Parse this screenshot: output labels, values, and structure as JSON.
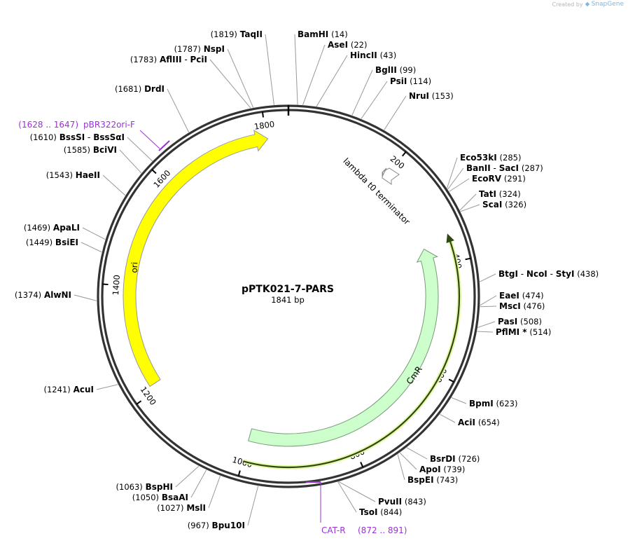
{
  "branding": {
    "text": "Created by",
    "product": "SnapGene"
  },
  "plasmid": {
    "name": "pPTK021-7-PARS",
    "length_label": "1841 bp",
    "length_bp": 1841
  },
  "ticks": [
    {
      "label": "200",
      "pos": 200
    },
    {
      "label": "400",
      "pos": 400
    },
    {
      "label": "600",
      "pos": 600
    },
    {
      "label": "800",
      "pos": 800
    },
    {
      "label": "1000",
      "pos": 1000
    },
    {
      "label": "1200",
      "pos": 1200
    },
    {
      "label": "1400",
      "pos": 1400
    },
    {
      "label": "1600",
      "pos": 1600
    },
    {
      "label": "1800",
      "pos": 1800
    }
  ],
  "features": {
    "ori": {
      "label": "ori",
      "color": "#ffff00",
      "stroke": "#999999",
      "start": 1212,
      "end": 1803
    },
    "cmr": {
      "label": "CmR",
      "color": "#ccffcc",
      "stroke": "#7a9a7a",
      "start": 362,
      "end": 1000
    },
    "terminator": {
      "label": "lambda t0 terminator",
      "color": "#ffffff",
      "stroke": "#999999"
    }
  },
  "primers": [
    {
      "label": "pBR322ori-F",
      "range": "(1628 .. 1647)",
      "color": "#9b30d9"
    },
    {
      "label": "CAT-R",
      "range": "(872 .. 891)",
      "color": "#9b30d9"
    }
  ],
  "enzymes": [
    {
      "id": "bamhi",
      "name": "BamHI",
      "pos": "(14)"
    },
    {
      "id": "asei",
      "name": "AseI",
      "pos": "(22)"
    },
    {
      "id": "hincii",
      "name": "HincII",
      "pos": "(43)"
    },
    {
      "id": "bglii",
      "name": "BglII",
      "pos": "(99)"
    },
    {
      "id": "psii",
      "name": "PsiI",
      "pos": "(114)"
    },
    {
      "id": "irui",
      "name": "NruI",
      "pos": "(153)"
    },
    {
      "id": "eco53ki",
      "name": "Eco53kI",
      "pos": "(285)"
    },
    {
      "id": "banii",
      "name": "BanII",
      "name2": "SacI",
      "pos": "(287)"
    },
    {
      "id": "ecorv",
      "name": "EcoRV",
      "pos": "(291)"
    },
    {
      "id": "tati",
      "name": "TatI",
      "pos": "(324)"
    },
    {
      "id": "scai",
      "name": "ScaI",
      "pos": "(326)"
    },
    {
      "id": "btgi",
      "name": "BtgI",
      "name2": "NcoI",
      "name3": "StyI",
      "pos": "(438)"
    },
    {
      "id": "eaei",
      "name": "EaeI",
      "pos": "(474)"
    },
    {
      "id": "msci",
      "name": "MscI",
      "pos": "(476)"
    },
    {
      "id": "pasi",
      "name": "PasI",
      "pos": "(508)"
    },
    {
      "id": "pflmi",
      "name": "PflMI *",
      "pos": "(514)"
    },
    {
      "id": "bpmi",
      "name": "BpmI",
      "pos": "(623)"
    },
    {
      "id": "acii",
      "name": "AciI",
      "pos": "(654)"
    },
    {
      "id": "bsrdi",
      "name": "BsrDI",
      "pos": "(726)"
    },
    {
      "id": "apoi",
      "name": "ApoI",
      "pos": "(739)"
    },
    {
      "id": "bspei",
      "name": "BspEI",
      "pos": "(743)"
    },
    {
      "id": "pvuii",
      "name": "PvuII",
      "pos": "(843)"
    },
    {
      "id": "tsoi",
      "name": "TsoI",
      "pos": "(844)"
    },
    {
      "id": "bpu10i",
      "name": "Bpu10I",
      "pos": "(967)"
    },
    {
      "id": "msli",
      "name": "MslI",
      "pos": "(1027)"
    },
    {
      "id": "bsaai",
      "name": "BsaAI",
      "pos": "(1050)"
    },
    {
      "id": "bsphi",
      "name": "BspHI",
      "pos": "(1063)"
    },
    {
      "id": "acui",
      "name": "AcuI",
      "pos": "(1241)"
    },
    {
      "id": "alwni",
      "name": "AlwNI",
      "pos": "(1374)"
    },
    {
      "id": "bsiei",
      "name": "BsiEI",
      "pos": "(1449)"
    },
    {
      "id": "apali",
      "name": "ApaLI",
      "pos": "(1469)"
    },
    {
      "id": "haeii",
      "name": "HaeII",
      "pos": "(1543)"
    },
    {
      "id": "bcivi",
      "name": "BciVI",
      "pos": "(1585)"
    },
    {
      "id": "bsssi",
      "name": "BssSI",
      "name2": "BssSαI",
      "pos": "(1610)"
    },
    {
      "id": "drdi",
      "name": "DrdI",
      "pos": "(1681)"
    },
    {
      "id": "afliii",
      "name": "AflIII",
      "name2": "PciI",
      "pos": "(1783)"
    },
    {
      "id": "nspi",
      "name": "NspI",
      "pos": "(1787)"
    },
    {
      "id": "taqii",
      "name": "TaqII",
      "pos": "(1819)"
    }
  ]
}
